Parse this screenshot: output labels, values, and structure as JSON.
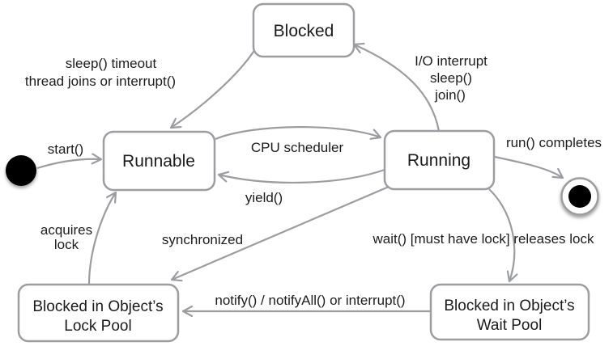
{
  "diagram": {
    "type": "state-diagram",
    "subject": "Thread lifecycle states",
    "colors": {
      "background": "#ffffff",
      "line": "#9b9da1",
      "text": "#1b1b1d",
      "state_fill": "#ffffff",
      "terminal_dot": "#000000"
    },
    "states": {
      "blocked": {
        "label": "Blocked"
      },
      "runnable": {
        "label": "Runnable"
      },
      "running": {
        "label": "Running"
      },
      "lock_pool": {
        "lines": [
          "Blocked in Object’s",
          "Lock Pool"
        ]
      },
      "wait_pool": {
        "lines": [
          "Blocked in Object’s",
          "Wait Pool"
        ]
      }
    },
    "terminals": {
      "initial": {
        "name": "initial-state"
      },
      "final": {
        "name": "final-state"
      }
    },
    "transitions": {
      "start": {
        "from": "initial",
        "to": "runnable",
        "label": "start()"
      },
      "blocked_to_runnable": {
        "from": "blocked",
        "to": "runnable",
        "lines": [
          "sleep() timeout",
          "thread joins or interrupt()"
        ]
      },
      "running_to_blocked": {
        "from": "running",
        "to": "blocked",
        "lines": [
          "I/O interrupt",
          "sleep()",
          "join()"
        ]
      },
      "cpu_scheduler": {
        "from": "runnable",
        "to": "running",
        "label": "CPU scheduler"
      },
      "yield": {
        "from": "running",
        "to": "runnable",
        "label": "yield()"
      },
      "run_completes": {
        "from": "running",
        "to": "final",
        "label": "run() completes"
      },
      "wait": {
        "from": "running",
        "to": "wait_pool",
        "label": "wait() [must have lock] releases lock"
      },
      "notify": {
        "from": "wait_pool",
        "to": "lock_pool",
        "label": "notify() / notifyAll() or interrupt()"
      },
      "synchronized": {
        "from": "running",
        "to": "lock_pool",
        "label": "synchronized"
      },
      "acquires_lock": {
        "from": "lock_pool",
        "to": "runnable",
        "lines": [
          "acquires",
          "lock"
        ]
      }
    }
  }
}
